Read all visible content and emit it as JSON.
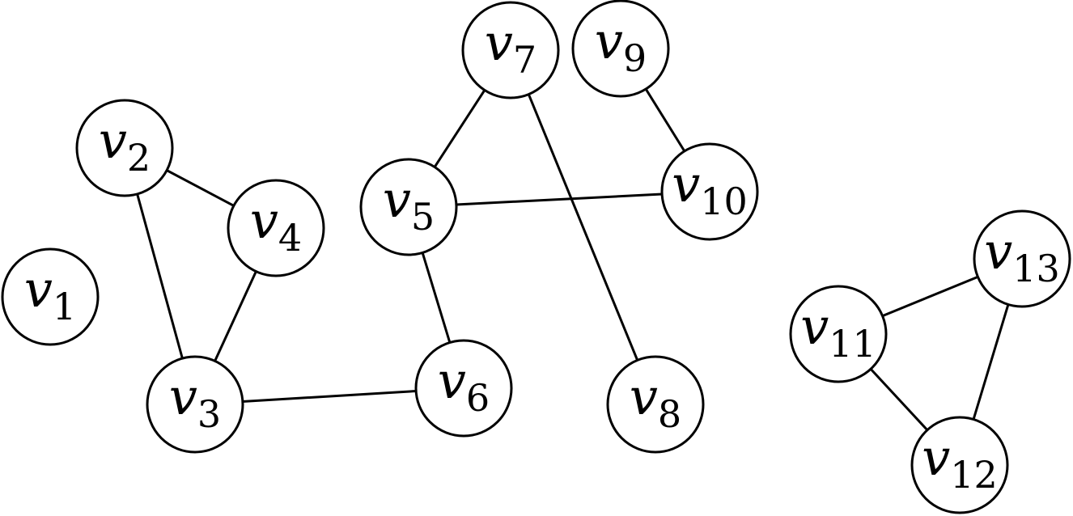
{
  "graph": {
    "nodes": [
      {
        "id": "v1",
        "var": "v",
        "sub": "1"
      },
      {
        "id": "v2",
        "var": "v",
        "sub": "2"
      },
      {
        "id": "v3",
        "var": "v",
        "sub": "3"
      },
      {
        "id": "v4",
        "var": "v",
        "sub": "4"
      },
      {
        "id": "v5",
        "var": "v",
        "sub": "5"
      },
      {
        "id": "v6",
        "var": "v",
        "sub": "6"
      },
      {
        "id": "v7",
        "var": "v",
        "sub": "7"
      },
      {
        "id": "v8",
        "var": "v",
        "sub": "8"
      },
      {
        "id": "v9",
        "var": "v",
        "sub": "9"
      },
      {
        "id": "v10",
        "var": "v",
        "sub": "10"
      },
      {
        "id": "v11",
        "var": "v",
        "sub": "11"
      },
      {
        "id": "v12",
        "var": "v",
        "sub": "12"
      },
      {
        "id": "v13",
        "var": "v",
        "sub": "13"
      }
    ],
    "edges": [
      [
        "v2",
        "v4"
      ],
      [
        "v2",
        "v3"
      ],
      [
        "v4",
        "v3"
      ],
      [
        "v3",
        "v6"
      ],
      [
        "v5",
        "v6"
      ],
      [
        "v5",
        "v7"
      ],
      [
        "v5",
        "v10"
      ],
      [
        "v7",
        "v8"
      ],
      [
        "v9",
        "v10"
      ],
      [
        "v11",
        "v13"
      ],
      [
        "v11",
        "v12"
      ],
      [
        "v13",
        "v12"
      ]
    ]
  }
}
